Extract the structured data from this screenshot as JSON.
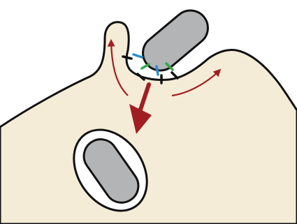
{
  "diagram": {
    "type": "schematic",
    "description_text": "",
    "colors": {
      "background": "#ffffff",
      "cell_fill": "#f4ecd6",
      "outline": "#111111",
      "rod_fill": "#b3b4b6",
      "vacuole_fill": "#ffffff",
      "arrow_red": "#a01e22",
      "receptor_black": "#111111",
      "receptor_blue": "#2b8fd0",
      "receptor_green": "#2ea84a"
    },
    "elements": [
      {
        "name": "host-cell",
        "shape": "membrane"
      },
      {
        "name": "pseudopod-left",
        "shape": "protrusion"
      },
      {
        "name": "pseudopod-right",
        "shape": "protrusion"
      },
      {
        "name": "bacterium-attached",
        "shape": "rod"
      },
      {
        "name": "phagosome",
        "shape": "vacuole-with-rod"
      }
    ],
    "receptor_colors": [
      "black",
      "blue",
      "black",
      "green",
      "blue",
      "black",
      "green",
      "black"
    ],
    "arrows": [
      {
        "name": "uptake-arrow",
        "direction": "down-left",
        "weight": "bold"
      },
      {
        "name": "membrane-flow-left",
        "direction": "up",
        "weight": "thin"
      },
      {
        "name": "membrane-flow-right",
        "direction": "up-right",
        "weight": "thin"
      }
    ]
  }
}
